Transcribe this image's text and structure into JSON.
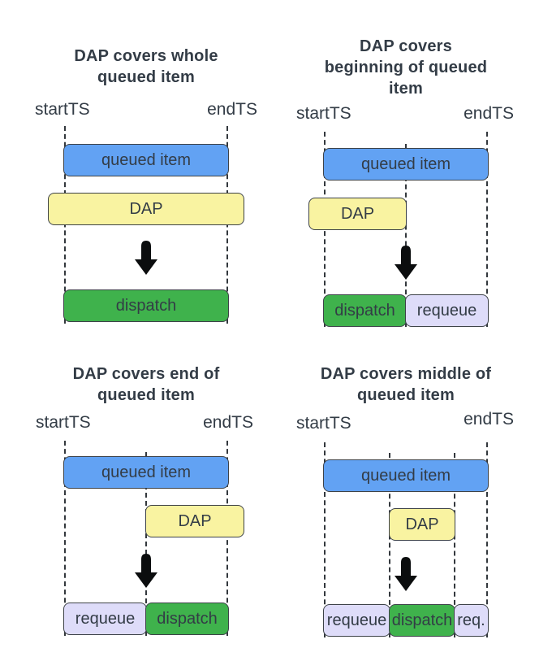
{
  "colors": {
    "background": "#ffffff",
    "queued": "#62a2f3",
    "dap": "#f9f3a1",
    "dispatch": "#3fb24c",
    "requeue": "#dedcf9",
    "bar-border": "#3d4248",
    "text": "#333c46",
    "dash": "#33383d",
    "arrow": "#0b0d0e"
  },
  "quadrants": [
    {
      "title_lines": [
        "DAP covers whole",
        "queued item"
      ],
      "start_label": "startTS",
      "end_label": "endTS",
      "queued_label": "queued item",
      "dap_label": "DAP",
      "results": [
        {
          "label": "dispatch"
        }
      ]
    },
    {
      "title_lines": [
        "DAP covers",
        "beginning of queued",
        "item"
      ],
      "start_label": "startTS",
      "end_label": "endTS",
      "queued_label": "queued item",
      "dap_label": "DAP",
      "results": [
        {
          "label": "dispatch"
        },
        {
          "label": "requeue"
        }
      ]
    },
    {
      "title_lines": [
        "DAP covers end of",
        "queued item"
      ],
      "start_label": "startTS",
      "end_label": "endTS",
      "queued_label": "queued item",
      "dap_label": "DAP",
      "results": [
        {
          "label": "requeue"
        },
        {
          "label": "dispatch"
        }
      ]
    },
    {
      "title_lines": [
        "DAP covers middle of",
        "queued item"
      ],
      "start_label": "startTS",
      "end_label": "endTS",
      "queued_label": "queued item",
      "dap_label": "DAP",
      "results": [
        {
          "label": "requeue"
        },
        {
          "label": "dispatch"
        },
        {
          "label": "req."
        }
      ]
    }
  ]
}
